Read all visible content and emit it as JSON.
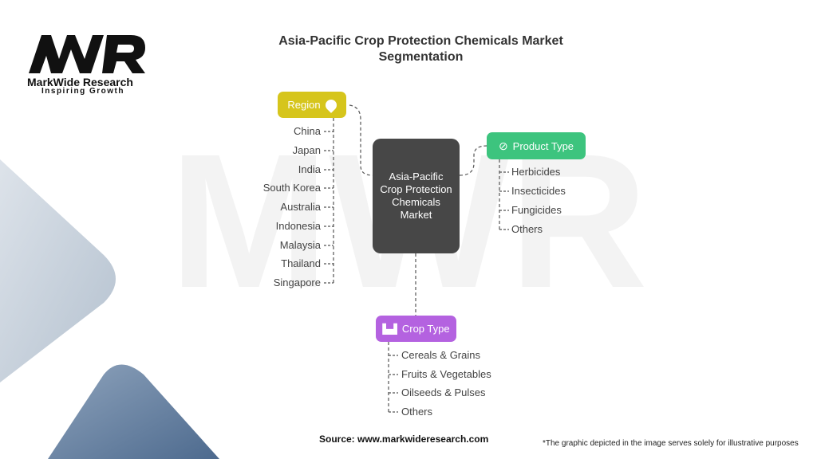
{
  "title": "Asia-Pacific Crop Protection Chemicals Market Segmentation",
  "logo": {
    "name": "MarkWide Research",
    "tagline": "Inspiring Growth",
    "mark": "MWR"
  },
  "center": "Asia-Pacific Crop Protection Chemicals Market",
  "region": {
    "label": "Region",
    "icon": "location-pin-icon",
    "color": "#d6c51c",
    "items": [
      "China",
      "Japan",
      "India",
      "South Korea",
      "Australia",
      "Indonesia",
      "Malaysia",
      "Thailand",
      "Singapore"
    ]
  },
  "product": {
    "label": "Product Type",
    "icon": "no-spray-icon",
    "color": "#3dc47e",
    "items": [
      "Herbicides",
      "Insecticides",
      "Fungicides",
      "Others"
    ]
  },
  "crop": {
    "label": "Crop Type",
    "icon": "farm-icon",
    "color": "#b462e0",
    "items": [
      "Cereals & Grains",
      "Fruits & Vegetables",
      "Oilseeds & Pulses",
      "Others"
    ]
  },
  "source": "Source: www.markwideresearch.com",
  "note": "*The graphic depicted in the image serves solely for illustrative purposes"
}
